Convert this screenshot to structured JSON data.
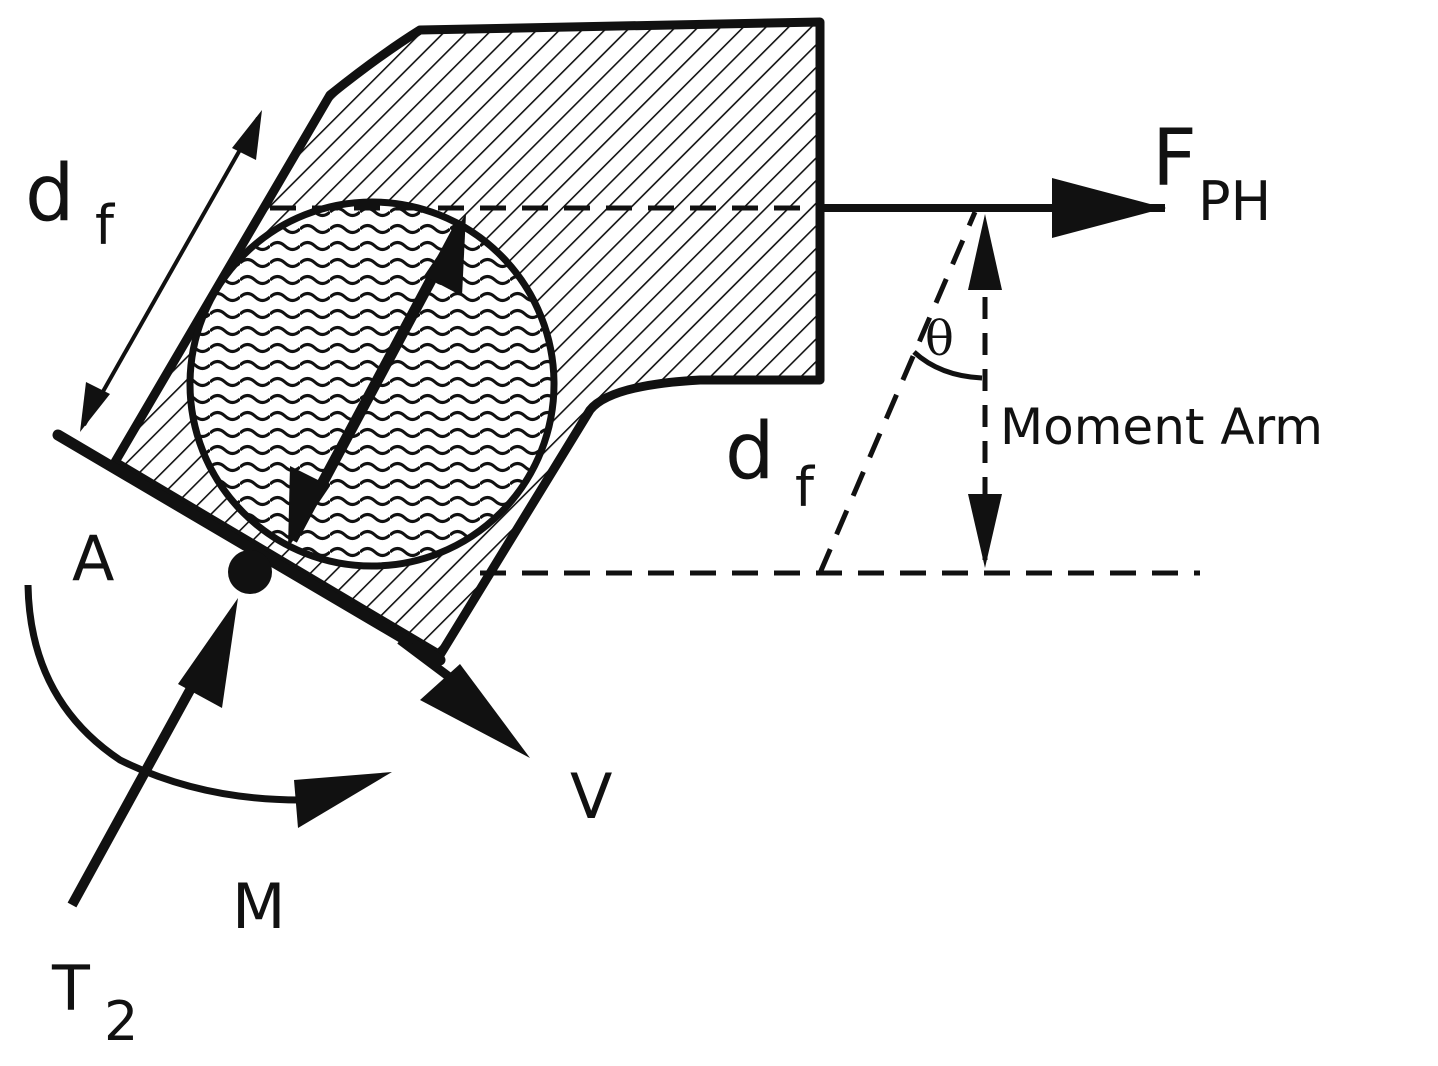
{
  "labels": {
    "df_left_main": "d",
    "df_left_sub": "f",
    "df_center_main": "d",
    "df_center_sub": "f",
    "fph_main": "F",
    "fph_sub": "PH",
    "theta": "θ",
    "moment_arm": "Moment Arm",
    "a_point": "A",
    "v_force": "V",
    "m_moment": "M",
    "t2_main": "T",
    "t2_sub": "2"
  },
  "colors": {
    "ink": "#111111",
    "background": "#ffffff"
  }
}
